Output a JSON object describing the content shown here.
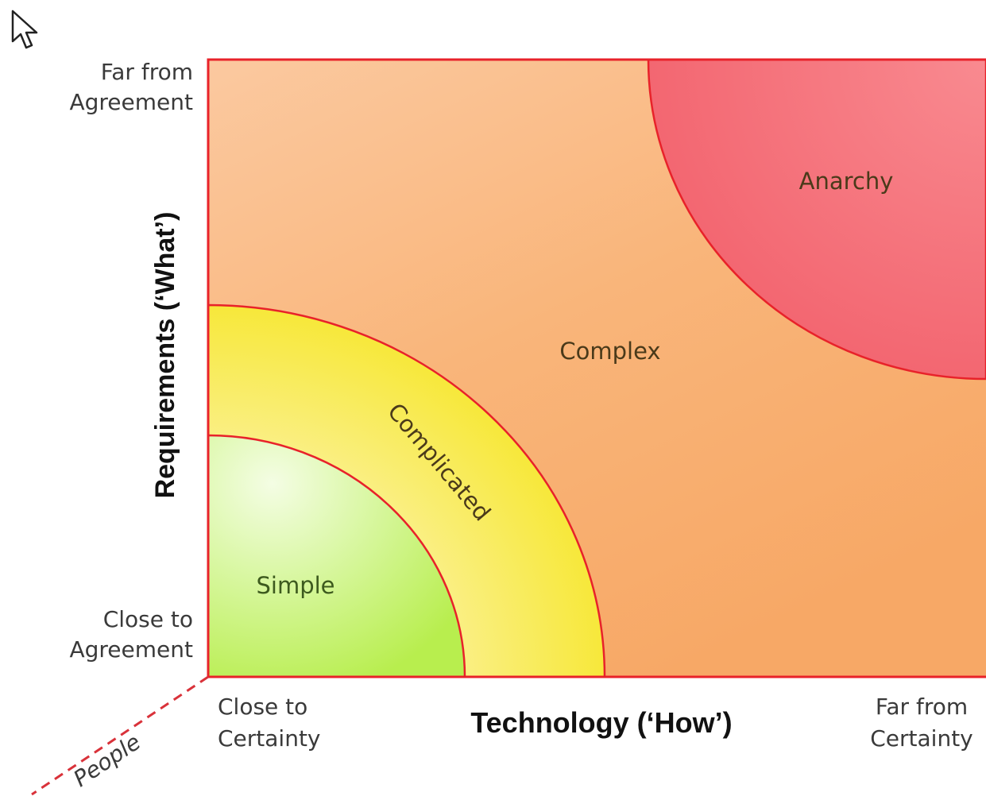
{
  "cursor": {
    "icon": "mouse-pointer-icon"
  },
  "y_axis": {
    "title": "Requirements (‘What’)",
    "top_label_line1": "Far from",
    "top_label_line2": "Agreement",
    "bottom_label_line1": "Close to",
    "bottom_label_line2": "Agreement"
  },
  "x_axis": {
    "title": "Technology (‘How’)",
    "left_label_line1": "Close to",
    "left_label_line2": "Certainty",
    "right_label_line1": "Far from",
    "right_label_line2": "Certainty"
  },
  "z_axis": {
    "label": "People"
  },
  "zones": {
    "simple": "Simple",
    "complicated": "Complicated",
    "complex": "Complex",
    "anarchy": "Anarchy"
  },
  "colors": {
    "border": "#e8222a",
    "simple": "#c7f26a",
    "complicated": "#f8e94a",
    "complex": "#f9ad6a",
    "anarchy": "#f46f78"
  }
}
